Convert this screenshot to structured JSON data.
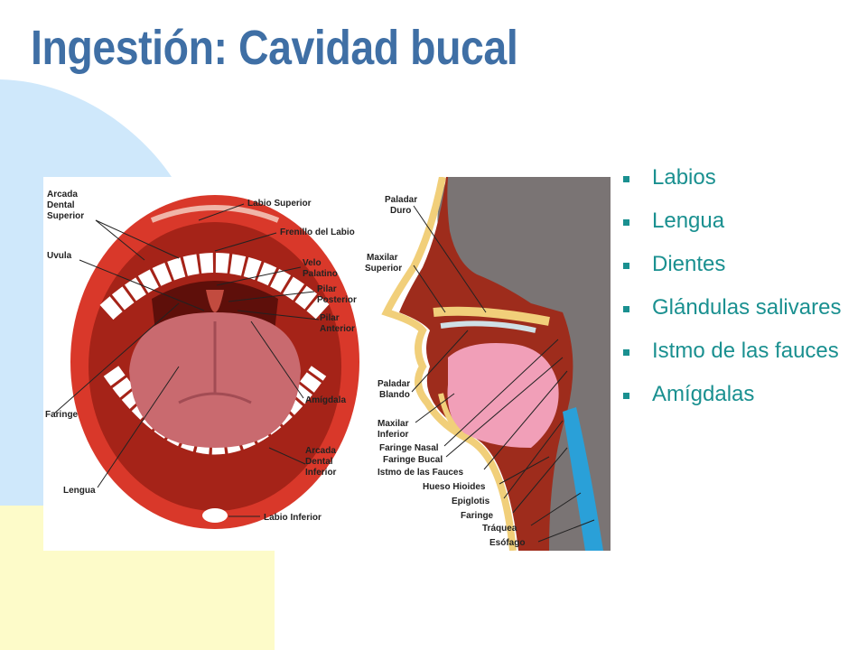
{
  "slide": {
    "title": "Ingestión: Cavidad bucal",
    "bullets": [
      "Labios",
      "Lengua",
      "Dientes",
      "Glándulas salivares",
      "Istmo de las fauces",
      "Amígdalas"
    ]
  },
  "diagram": {
    "mouth_labels": {
      "arcada_sup_1": "Arcada",
      "arcada_sup_2": "Dental",
      "arcada_sup_3": "Superior",
      "uvula": "Uvula",
      "faringe": "Faringe",
      "lengua": "Lengua",
      "labio_sup": "Labio Superior",
      "frenillo": "Frenillo del Labio",
      "velo_1": "Velo",
      "velo_2": "Palatino",
      "pilar_post_1": "Pilar",
      "pilar_post_2": "Posterior",
      "pilar_ant_1": "Pilar",
      "pilar_ant_2": "Anterior",
      "amigdala": "Amígdala",
      "arcada_inf_1": "Arcada",
      "arcada_inf_2": "Dental",
      "arcada_inf_3": "Inferior",
      "labio_inf": "Labio Inferior"
    },
    "section_labels": {
      "paladar_duro_1": "Paladar",
      "paladar_duro_2": "Duro",
      "maxilar_sup_1": "Maxilar",
      "maxilar_sup_2": "Superior",
      "paladar_blando_1": "Paladar",
      "paladar_blando_2": "Blando",
      "maxilar_inf_1": "Maxilar",
      "maxilar_inf_2": "Inferior",
      "faringe_nasal": "Faringe Nasal",
      "faringe_bucal": "Faringe Bucal",
      "istmo": "Istmo de las Fauces",
      "hueso_hioides": "Hueso Hioides",
      "epiglotis": "Epiglotis",
      "faringe": "Faringe",
      "traquea": "Tráquea",
      "esofago": "Esófago"
    }
  },
  "colors": {
    "title": "#3f6fa5",
    "bullet_text": "#1a9090",
    "bg_blue": "#cfe8fb",
    "bg_yellow": "#fdfbc9",
    "lip_red": "#d9382a",
    "mouth_dark": "#8a1a12",
    "tongue": "#c96a6f",
    "neck_gray": "#7a7474",
    "skin": "#f1cf7a",
    "airway_blue": "#2aa0d8",
    "mouth_pink": "#f19fb8"
  }
}
